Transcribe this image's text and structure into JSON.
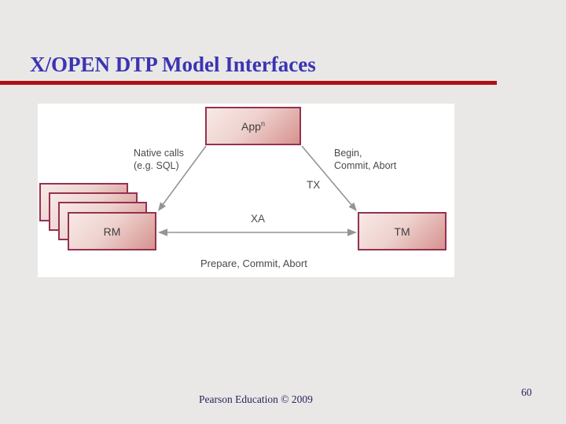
{
  "slide": {
    "title": "X/OPEN DTP Model Interfaces",
    "footer_credit": "Pearson Education © 2009",
    "page_number": "60"
  },
  "colors": {
    "slide_background": "#E9E8E6",
    "title_text": "#3A34B4",
    "title_rule": "#B01015",
    "footer_text": "#26265C",
    "panel_background": "#FFFFFF",
    "node_border": "#953150",
    "node_fill_light": "#F8E9E7",
    "node_fill_dark": "#D6928F",
    "arrow": "#949494",
    "diagram_text": "#4A4A4A"
  },
  "diagram": {
    "nodes": {
      "app": {
        "label": "App",
        "superscript": "n"
      },
      "rm": {
        "label": "RM"
      },
      "tm": {
        "label": "TM"
      }
    },
    "labels": {
      "native_calls_line1": "Native calls",
      "native_calls_line2": "(e.g. SQL)",
      "begin_line1": "Begin,",
      "begin_line2": "Commit, Abort",
      "tx": "TX",
      "xa": "XA",
      "prepare": "Prepare, Commit, Abort"
    }
  }
}
